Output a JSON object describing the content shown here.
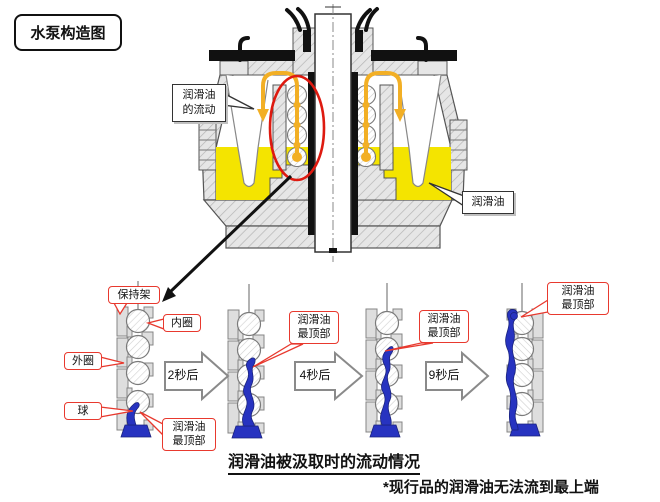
{
  "title_box": {
    "label": "水泵构造图"
  },
  "pump": {
    "flow_label": {
      "line1": "润滑油",
      "line2": "的流动"
    },
    "oil_label": "润滑油",
    "colors": {
      "oil_yellow": "#f4e400",
      "arrow_orange": "#f2af25",
      "highlight_red": "#de1a10"
    }
  },
  "seq": {
    "labels": {
      "cage": "保持架",
      "inner_ring": "内圈",
      "outer_ring": "外圈",
      "ball": "球"
    },
    "oil_top": {
      "line1": "润滑油",
      "line2": "最顶部"
    },
    "steps": [
      {
        "label": "2秒后"
      },
      {
        "label": "4秒后"
      },
      {
        "label": "9秒后"
      }
    ],
    "colors": {
      "oil_blue": "#2733c0",
      "callout_red": "#e8392e"
    }
  },
  "caption": {
    "title": "润滑油被汲取时的流动情况",
    "footnote": "*现行品的润滑油无法流到最上端"
  }
}
